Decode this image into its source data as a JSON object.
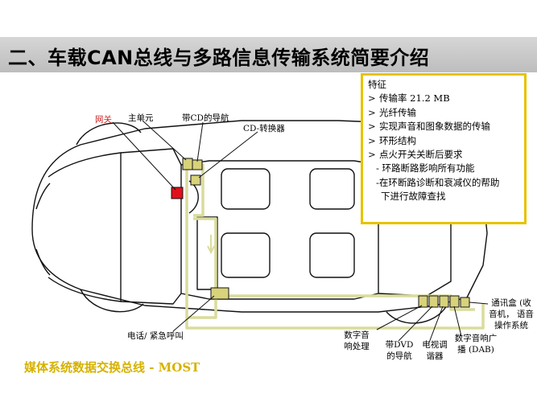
{
  "title": "二、车载CAN总线与多路信息传输系统简要介绍",
  "features": {
    "heading": "特征",
    "items": [
      {
        "bullet": ">",
        "text": "传输率 21.2 MB"
      },
      {
        "bullet": ">",
        "text": "光纤传输"
      },
      {
        "bullet": ">",
        "text": "实现声音和图象数据的传输"
      },
      {
        "bullet": ">",
        "text": "环形结构"
      },
      {
        "bullet": ">",
        "text": "点火开关关断后要求"
      }
    ],
    "sub_items": [
      "- 环路断路影响所有功能",
      "-在环断路诊断和衰减仪的帮助",
      "下进行故障查找"
    ]
  },
  "labels": {
    "gateway": "网关",
    "main_unit": "主单元",
    "cd_nav": "带CD的导航",
    "cd_changer": "CD-转换器",
    "phone": "电话/ 紧急呼叫",
    "digital_sound_1": "数字音",
    "digital_sound_2": "响处理",
    "dvd_nav_1": "带DVD",
    "dvd_nav_2": "的导航",
    "tv_tuner_1": "电视调",
    "tv_tuner_2": "谐器",
    "dab_1": "数字音响广",
    "dab_2": "播 (DAB)",
    "telematics_1": "通讯盒 (收",
    "telematics_2": "音机， 语音",
    "telematics_3": "操作系统"
  },
  "footer": "媒体系统数据交换总线 - MOST",
  "colors": {
    "accent_yellow": "#e7c200",
    "bus_line": "#d9dc9c",
    "module_fill": "#d8d27a",
    "gateway_red": "#e0101a",
    "gateway_label": "#cc2222",
    "footer_text": "#d6b200"
  }
}
